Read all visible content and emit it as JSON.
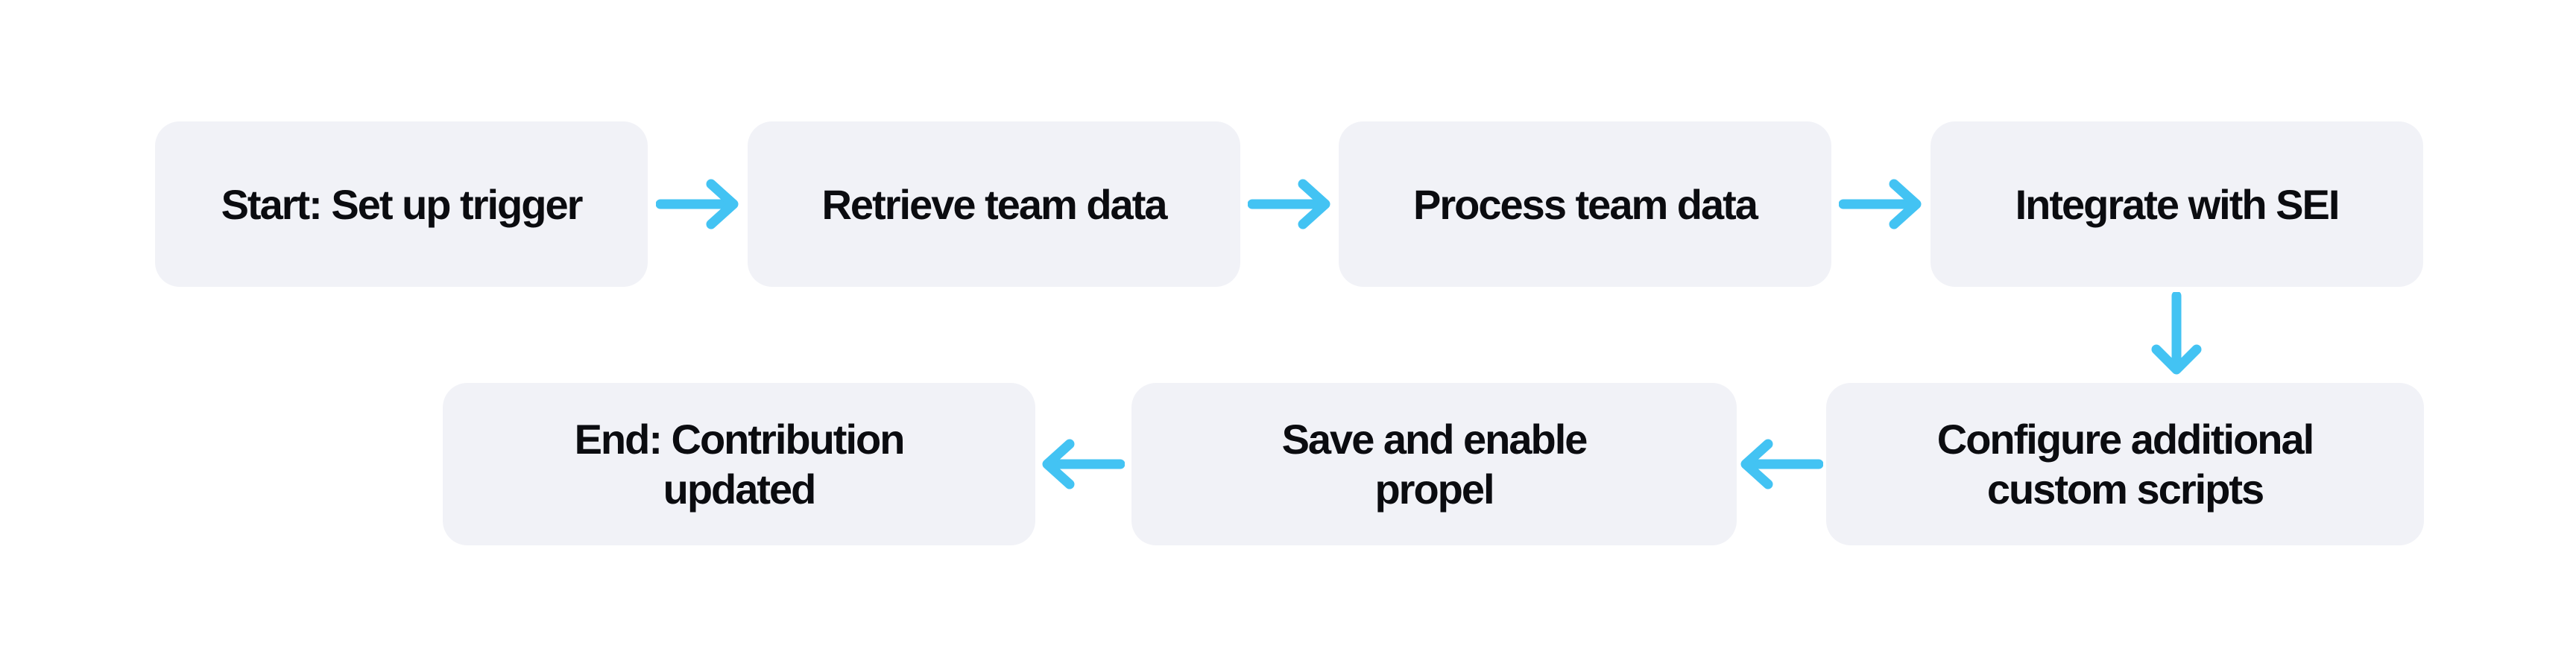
{
  "diagram": {
    "type": "flowchart",
    "colors": {
      "background": "#ffffff",
      "node_fill": "#f1f2f7",
      "node_text": "#0b0c10",
      "arrow": "#43c3f3"
    },
    "nodes": [
      {
        "id": "start",
        "label": "Start: Set up trigger",
        "lines": [
          "Start: Set up trigger"
        ]
      },
      {
        "id": "retrieve",
        "label": "Retrieve team data",
        "lines": [
          "Retrieve team data"
        ]
      },
      {
        "id": "process",
        "label": "Process team data",
        "lines": [
          "Process team data"
        ]
      },
      {
        "id": "integrate",
        "label": "Integrate with SEI",
        "lines": [
          "Integrate with SEI"
        ]
      },
      {
        "id": "configure",
        "label": "Configure additional custom scripts",
        "lines": [
          "Configure additional",
          "custom scripts"
        ]
      },
      {
        "id": "save",
        "label": "Save and enable propel",
        "lines": [
          "Save and enable",
          "propel"
        ]
      },
      {
        "id": "end",
        "label": "End: Contribution updated",
        "lines": [
          "End: Contribution",
          "updated"
        ]
      }
    ],
    "edges": [
      {
        "from": "start",
        "to": "retrieve",
        "direction": "right"
      },
      {
        "from": "retrieve",
        "to": "process",
        "direction": "right"
      },
      {
        "from": "process",
        "to": "integrate",
        "direction": "right"
      },
      {
        "from": "integrate",
        "to": "configure",
        "direction": "down"
      },
      {
        "from": "configure",
        "to": "save",
        "direction": "left"
      },
      {
        "from": "save",
        "to": "end",
        "direction": "left"
      }
    ]
  }
}
